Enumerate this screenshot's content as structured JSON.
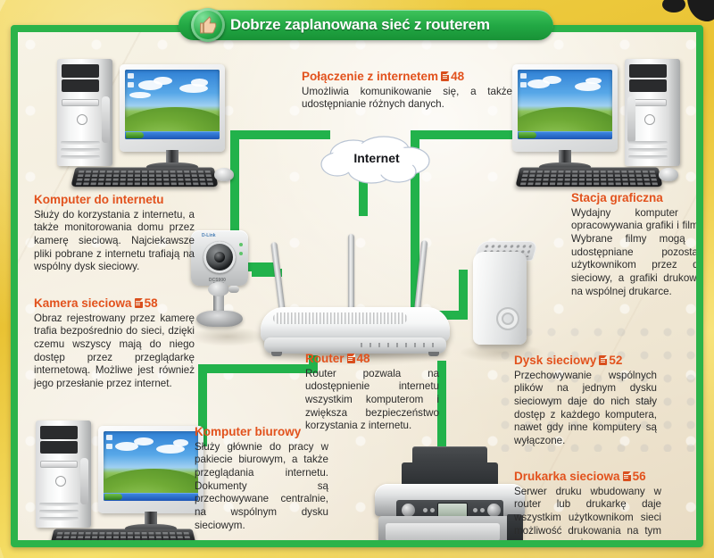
{
  "banner": {
    "title": "Dobrze zaplanowana sieć z routerem",
    "icon": "thumbs-up-icon"
  },
  "cloud": {
    "label": "Internet"
  },
  "callouts": [
    {
      "id": "internet-connection",
      "heading": "Połączenie z internetem",
      "page_ref": "48",
      "body": "Umożliwia komunikowanie się, a także udostępnianie różnych danych."
    },
    {
      "id": "internet-computer",
      "heading": "Komputer do internetu",
      "page_ref": "",
      "body": "Służy do korzystania z internetu, a także monitorowania domu przez kamerę sieciową. Najciekawsze pliki pobrane z internetu trafiają na wspólny dysk sieciowy."
    },
    {
      "id": "network-camera",
      "heading": "Kamera sieciowa",
      "page_ref": "58",
      "body": "Obraz rejestrowany przez kamerę trafia bezpośrednio do sieci, dzięki czemu wszyscy mają do niego dostęp przez przeglądarkę internetową. Możliwe jest również jego przesłanie przez internet."
    },
    {
      "id": "graphics-station",
      "heading": "Stacja graficzna",
      "page_ref": "",
      "body": "Wydajny komputer do opracowywania grafiki i filmów. Wybrane filmy mogą być udostępniane pozostałym użytkownikom przez dysk sieciowy, a grafiki drukowane na wspólnej drukarce."
    },
    {
      "id": "router",
      "heading": "Router",
      "page_ref": "48",
      "body": "Router pozwala na udostępnienie internetu wszystkim komputerom i zwiększa bezpieczeństwo korzystania z internetu."
    },
    {
      "id": "network-disk",
      "heading": "Dysk sieciowy",
      "page_ref": "52",
      "body": "Przechowywanie wspólnych plików na jednym dysku sieciowym daje do nich stały dostęp z każdego komputera, nawet gdy inne komputery są wyłączone."
    },
    {
      "id": "office-computer",
      "heading": "Komputer biurowy",
      "page_ref": "",
      "body": "Służy głównie do pracy w pakiecie biurowym, a także przeglądania internetu. Dokumenty są przechowywane centralnie, na wspólnym dysku sieciowym."
    },
    {
      "id": "network-printer",
      "heading": "Drukarka sieciowa",
      "page_ref": "56",
      "body": "Serwer druku wbudowany w router lub drukarkę daje wszystkim użytkownikom sieci możliwość drukowania na tym samym sprzęcie."
    }
  ],
  "devices": [
    {
      "id": "pc-internet",
      "name": "desktop-computer-top-left"
    },
    {
      "id": "pc-graphics",
      "name": "desktop-computer-top-right"
    },
    {
      "id": "pc-office",
      "name": "desktop-computer-bottom-left"
    },
    {
      "id": "router",
      "name": "wireless-router"
    },
    {
      "id": "camera",
      "name": "network-camera"
    },
    {
      "id": "nas",
      "name": "network-storage-drive"
    },
    {
      "id": "printer",
      "name": "network-printer"
    }
  ],
  "colors": {
    "accent_green": "#22b24b",
    "heading_orange": "#e2521d",
    "banner_green": "#22a844",
    "outer_gold": "#e9c233",
    "panel_cream": "#f3ecdb"
  }
}
